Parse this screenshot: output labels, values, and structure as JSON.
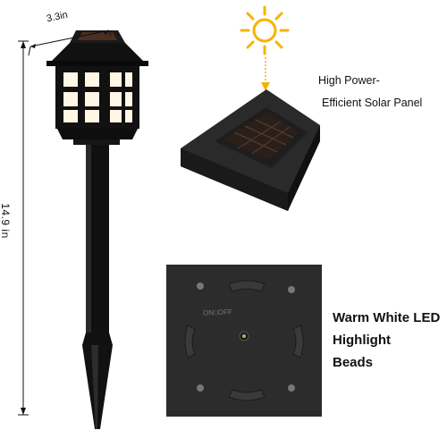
{
  "dimensions": {
    "width_label": "3.3in",
    "height_label": "14.9 in"
  },
  "callouts": {
    "solar_panel_line1": "High Power-",
    "solar_panel_line2": "Efficient Solar Panel",
    "led_line1": "Warm White LED",
    "led_line2": "Highlight",
    "led_line3": "Beads"
  },
  "switch_label": "ON□OFF",
  "icons": [
    "sun-icon",
    "arrow-down-icon"
  ],
  "colors": {
    "sun": "#f5b301",
    "arrow": "#f5b301",
    "light_body": "#141414",
    "lamp_glow": "#fff6e6",
    "base_panel": "#2c2c2c"
  }
}
